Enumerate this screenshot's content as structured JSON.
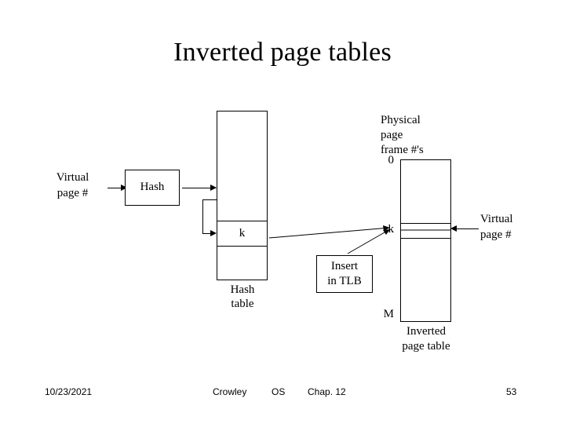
{
  "slide": {
    "title": "Inverted page tables",
    "footer": {
      "date": "10/23/2021",
      "author": "Crowley",
      "course": "OS",
      "chapter": "Chap. 12",
      "page_number": "53"
    }
  },
  "diagram": {
    "labels": {
      "virtual_page_left_line1": "Virtual",
      "virtual_page_left_line2": "page #",
      "hash": "Hash",
      "hash_table_line1": "Hash",
      "hash_table_line2": "table",
      "k_hash": "k",
      "insert_tlb_line1": "Insert",
      "insert_tlb_line2": "in TLB",
      "physical_line1": "Physical",
      "physical_line2": "page",
      "physical_line3": "frame #'s",
      "index_zero": "0",
      "index_k": "k",
      "index_m": "M",
      "inverted_line1": "Inverted",
      "inverted_line2": "page table",
      "virtual_page_right_line1": "Virtual",
      "virtual_page_right_line2": "page #"
    },
    "colors": {
      "stroke": "#000000",
      "background": "#ffffff",
      "text": "#000000"
    }
  }
}
